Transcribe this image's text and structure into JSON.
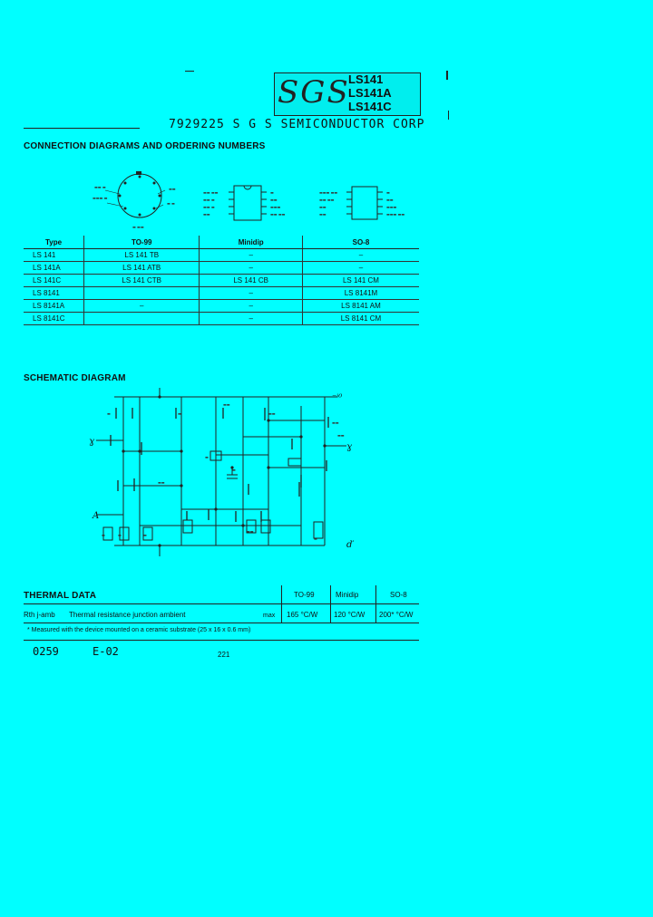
{
  "header": {
    "logo": "SGS",
    "parts": [
      "LS141",
      "LS141A",
      "LS141C"
    ],
    "company_line": "7929225 S G S SEMICONDUCTOR CORP"
  },
  "connection": {
    "title": "CONNECTION DIAGRAMS AND ORDERING NUMBERS",
    "table": {
      "headers": [
        "Type",
        "TO-99",
        "Minidip",
        "SO-8"
      ],
      "rows": [
        [
          "LS 141",
          "LS 141 TB",
          "–",
          "–"
        ],
        [
          "LS 141A",
          "LS 141 ATB",
          "–",
          "–"
        ],
        [
          "LS 141C",
          "LS 141 CTB",
          "LS 141 CB",
          "LS 141 CM"
        ],
        [
          "LS 8141",
          "",
          "–",
          "LS 8141M"
        ],
        [
          "LS 8141A",
          "–",
          "–",
          "LS 8141 AM"
        ],
        [
          "LS 8141C",
          "",
          "–",
          "LS 8141 CM"
        ]
      ]
    }
  },
  "schematic": {
    "title": "SCHEMATIC DIAGRAM"
  },
  "thermal": {
    "title": "THERMAL DATA",
    "columns": [
      "TO-99",
      "Minidip",
      "SO-8"
    ],
    "symbol": "Rth j-amb",
    "label": "Thermal resistance junction ambient",
    "qualifier": "max",
    "values": [
      "165 °C/W",
      "120 °C/W",
      "200* °C/W"
    ],
    "footnote": "* Measured with the device mounted on a ceramic substrate (25 x 16 x 0.6 mm)"
  },
  "footer": {
    "left_code": "0259",
    "mid_code": "E-02",
    "page": "221"
  }
}
